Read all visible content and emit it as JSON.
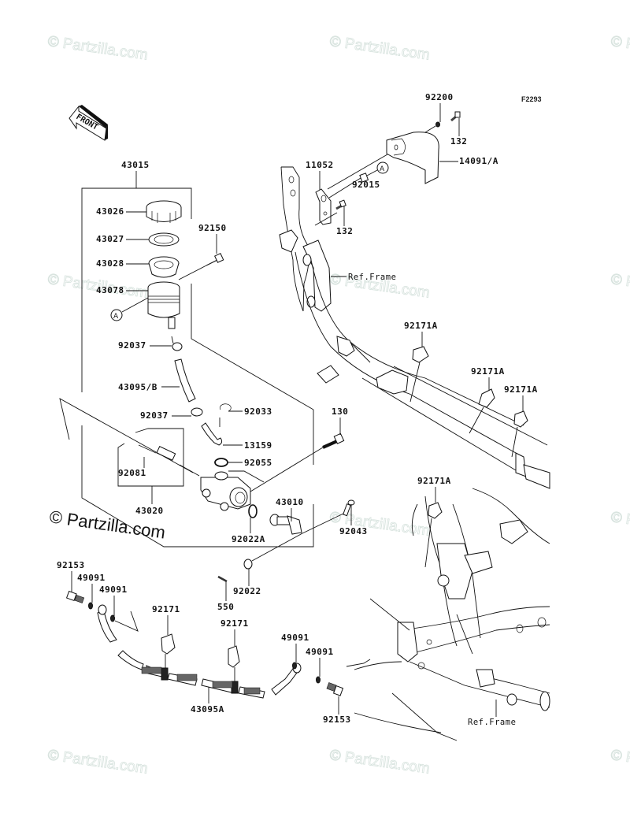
{
  "figure_id": "F2293",
  "front_indicator": "FRONT",
  "watermark_text": "© Partzilla.com",
  "callout_marker": "A",
  "ref_frame_label": "Ref.Frame",
  "labels": {
    "p43015": "43015",
    "p43026": "43026",
    "p43027": "43027",
    "p43028": "43028",
    "p43078": "43078",
    "p92150": "92150",
    "p92037a": "92037",
    "p43095b": "43095/B",
    "p92037b": "92037",
    "p92033": "92033",
    "p13159": "13159",
    "p92055": "92055",
    "p92081": "92081",
    "p43020": "43020",
    "p130": "130",
    "p43010": "43010",
    "p92022a": "92022A",
    "p92043": "92043",
    "p92022": "92022",
    "p550": "550",
    "p92153a": "92153",
    "p49091a": "49091",
    "p49091b": "49091",
    "p92171a": "92171",
    "p92171b": "92171",
    "p49091c": "49091",
    "p49091d": "49091",
    "p43095a": "43095A",
    "p92153b": "92153",
    "p92200": "92200",
    "p132a": "132",
    "p14091a": "14091/A",
    "p11052": "11052",
    "p92015": "92015",
    "p132b": "132",
    "p92171A1": "92171A",
    "p92171A2": "92171A",
    "p92171A3": "92171A",
    "p92171A4": "92171A"
  }
}
